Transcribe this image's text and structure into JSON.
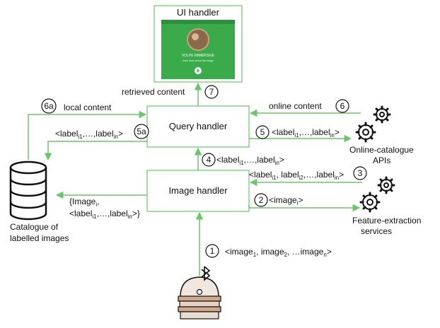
{
  "colors": {
    "accent": "#3db54a",
    "arrow": "#6cc56b",
    "phone_green": "#3aaa4a"
  },
  "ui_handler": {
    "title": "UI handler"
  },
  "query_handler": {
    "title": "Query handler"
  },
  "image_handler": {
    "title": "Image handler"
  },
  "catalogue": {
    "line1": "Catalogue of",
    "line2": "labelled images"
  },
  "online_apis": {
    "line1": "Online-catalogue",
    "line2": "APIs"
  },
  "feature_services": {
    "line1": "Feature-extraction",
    "line2": "services"
  },
  "labels": {
    "retrieved_content": "retrieved content",
    "local_content": "local content",
    "online_content": "online content"
  },
  "steps": {
    "s1": "1",
    "s2": "2",
    "s3": "3",
    "s4": "4",
    "s5": "5",
    "s5a": "5a",
    "s6": "6",
    "s6a": "6a",
    "s7": "7"
  },
  "phone": {
    "caption": "VOLPE IMMERSIVE",
    "subcaption": "learn more about this image"
  },
  "icons": [
    "database-icon",
    "gear-icon",
    "bluetooth-icon",
    "robot-icon",
    "avatar"
  ]
}
